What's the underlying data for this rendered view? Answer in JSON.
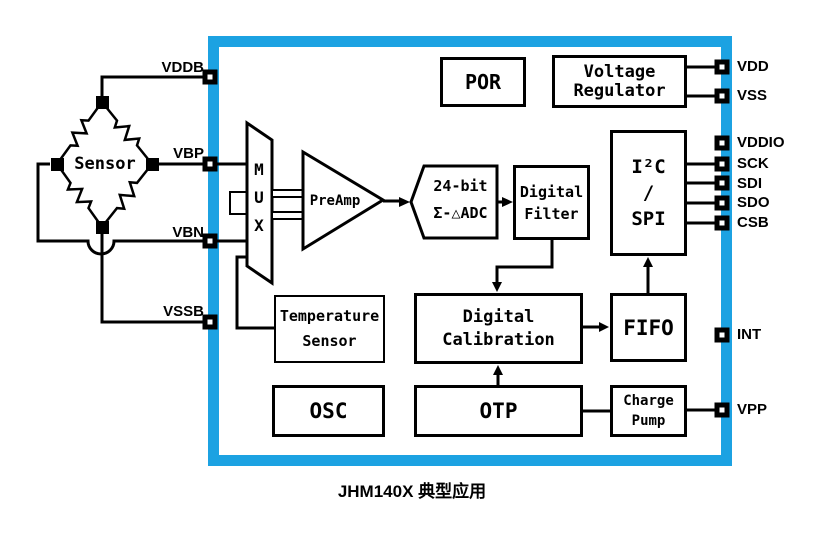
{
  "caption": "JHM140X 典型应用",
  "sensor": {
    "label": "Sensor"
  },
  "left_pins": [
    {
      "label": "VDDB"
    },
    {
      "label": "VBP"
    },
    {
      "label": "VBN"
    },
    {
      "label": "VSSB"
    }
  ],
  "right_pins": [
    {
      "label": "VDD"
    },
    {
      "label": "VSS"
    },
    {
      "label": "VDDIO"
    },
    {
      "label": "SCK"
    },
    {
      "label": "SDI"
    },
    {
      "label": "SDO"
    },
    {
      "label": "CSB"
    },
    {
      "label": "INT"
    },
    {
      "label": "VPP"
    }
  ],
  "blocks": {
    "mux": {
      "l1": "M",
      "l2": "U",
      "l3": "X"
    },
    "preamp": {
      "label": "PreAmp"
    },
    "adc": {
      "line1": "24-bit",
      "line2": "Σ-△ADC"
    },
    "por": {
      "label": "POR"
    },
    "voltage_regulator": {
      "line1": "Voltage",
      "line2": "Regulator"
    },
    "i2c_spi": {
      "line1": "I²C",
      "line2": "/",
      "line3": "SPI"
    },
    "digital_filter": {
      "line1": "Digital",
      "line2": "Filter"
    },
    "temperature_sensor": {
      "line1": "Temperature",
      "line2": "Sensor"
    },
    "digital_calibration": {
      "line1": "Digital",
      "line2": "Calibration"
    },
    "fifo": {
      "label": "FIFO"
    },
    "osc": {
      "label": "OSC"
    },
    "otp": {
      "label": "OTP"
    },
    "charge_pump": {
      "line1": "Charge",
      "line2": "Pump"
    }
  },
  "colors": {
    "chip_border": "#1CA2E2",
    "line": "#000000"
  }
}
